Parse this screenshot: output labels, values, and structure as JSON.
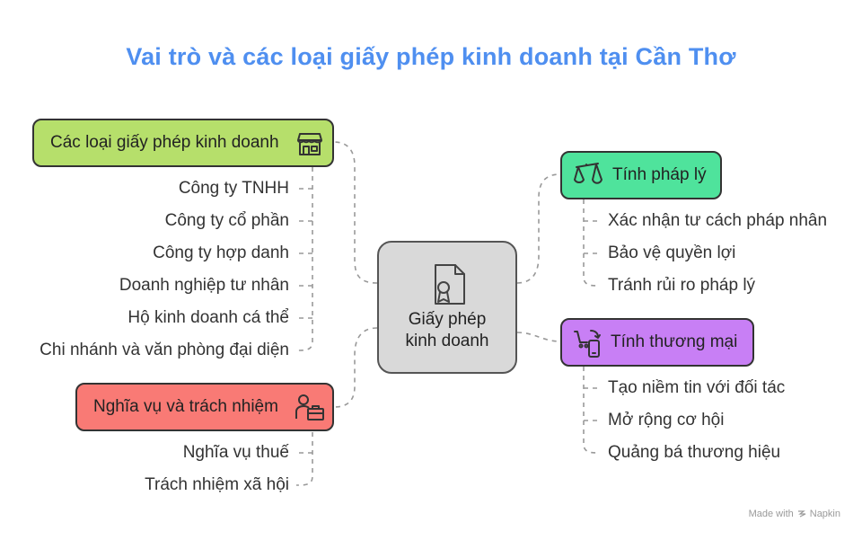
{
  "title": "Vai trò và các loại giấy phép kinh doanh tại Cần Thơ",
  "center": {
    "line1": "Giấy phép",
    "line2": "kinh doanh",
    "icon": "certificate-document-icon"
  },
  "branches": {
    "types": {
      "label": "Các loại giấy phép kinh doanh",
      "color": "#b6df6b",
      "icon": "storefront-icon",
      "items": [
        "Công ty TNHH",
        "Công ty cổ phần",
        "Công ty hợp danh",
        "Doanh nghiệp tư nhân",
        "Hộ kinh doanh cá thể",
        "Chi nhánh và văn phòng đại diện"
      ]
    },
    "duties": {
      "label": "Nghĩa vụ và trách nhiệm",
      "color": "#f97a75",
      "icon": "businessman-briefcase-icon",
      "items": [
        "Nghĩa vụ thuế",
        "Trách nhiệm xã hội"
      ]
    },
    "legal": {
      "label": "Tính pháp lý",
      "color": "#4fe39c",
      "icon": "balance-scale-icon",
      "items": [
        "Xác nhận tư cách pháp nhân",
        "Bảo vệ quyền lợi",
        "Tránh rủi ro pháp lý"
      ]
    },
    "commercial": {
      "label": "Tính thương mại",
      "color": "#c87ff5",
      "icon": "mobile-shopping-icon",
      "items": [
        "Tạo niềm tin với đối tác",
        "Mở rộng cơ hội",
        "Quảng bá thương hiệu"
      ]
    }
  },
  "footer": {
    "made_with": "Made with",
    "brand": "Napkin"
  }
}
